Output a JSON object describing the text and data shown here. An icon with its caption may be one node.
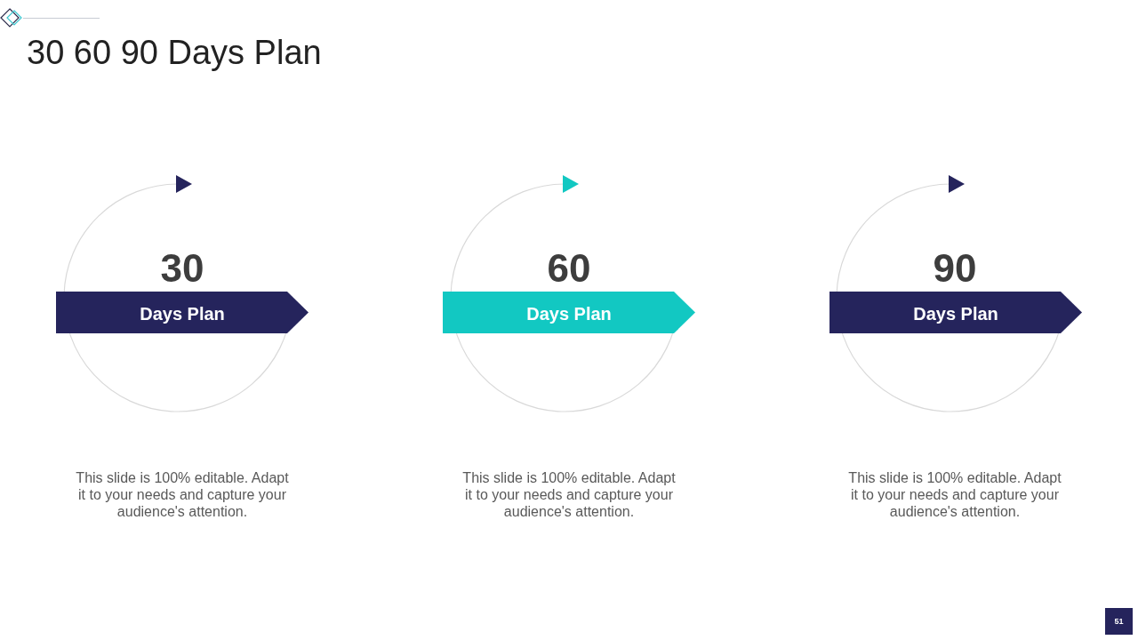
{
  "diagram": {
    "title": "30 60 90 Days Plan",
    "nodes": [
      {
        "text": [
          "30"
        ]
      },
      {
        "text": [
          "Days Plan"
        ]
      },
      {
        "text": [
          "60"
        ]
      },
      {
        "text": [
          "Days Plan"
        ]
      },
      {
        "text": [
          "90"
        ]
      },
      {
        "text": [
          "Days Plan"
        ]
      }
    ],
    "labels": [
      "This slide is 100% editable. Adapt it to your needs and capture your audience's attention.",
      "This slide is 100% editable. Adapt it to your needs and capture your audience's attention.",
      "This slide is 100% editable. Adapt it to your needs and capture your audience's attention.",
      "51"
    ]
  }
}
